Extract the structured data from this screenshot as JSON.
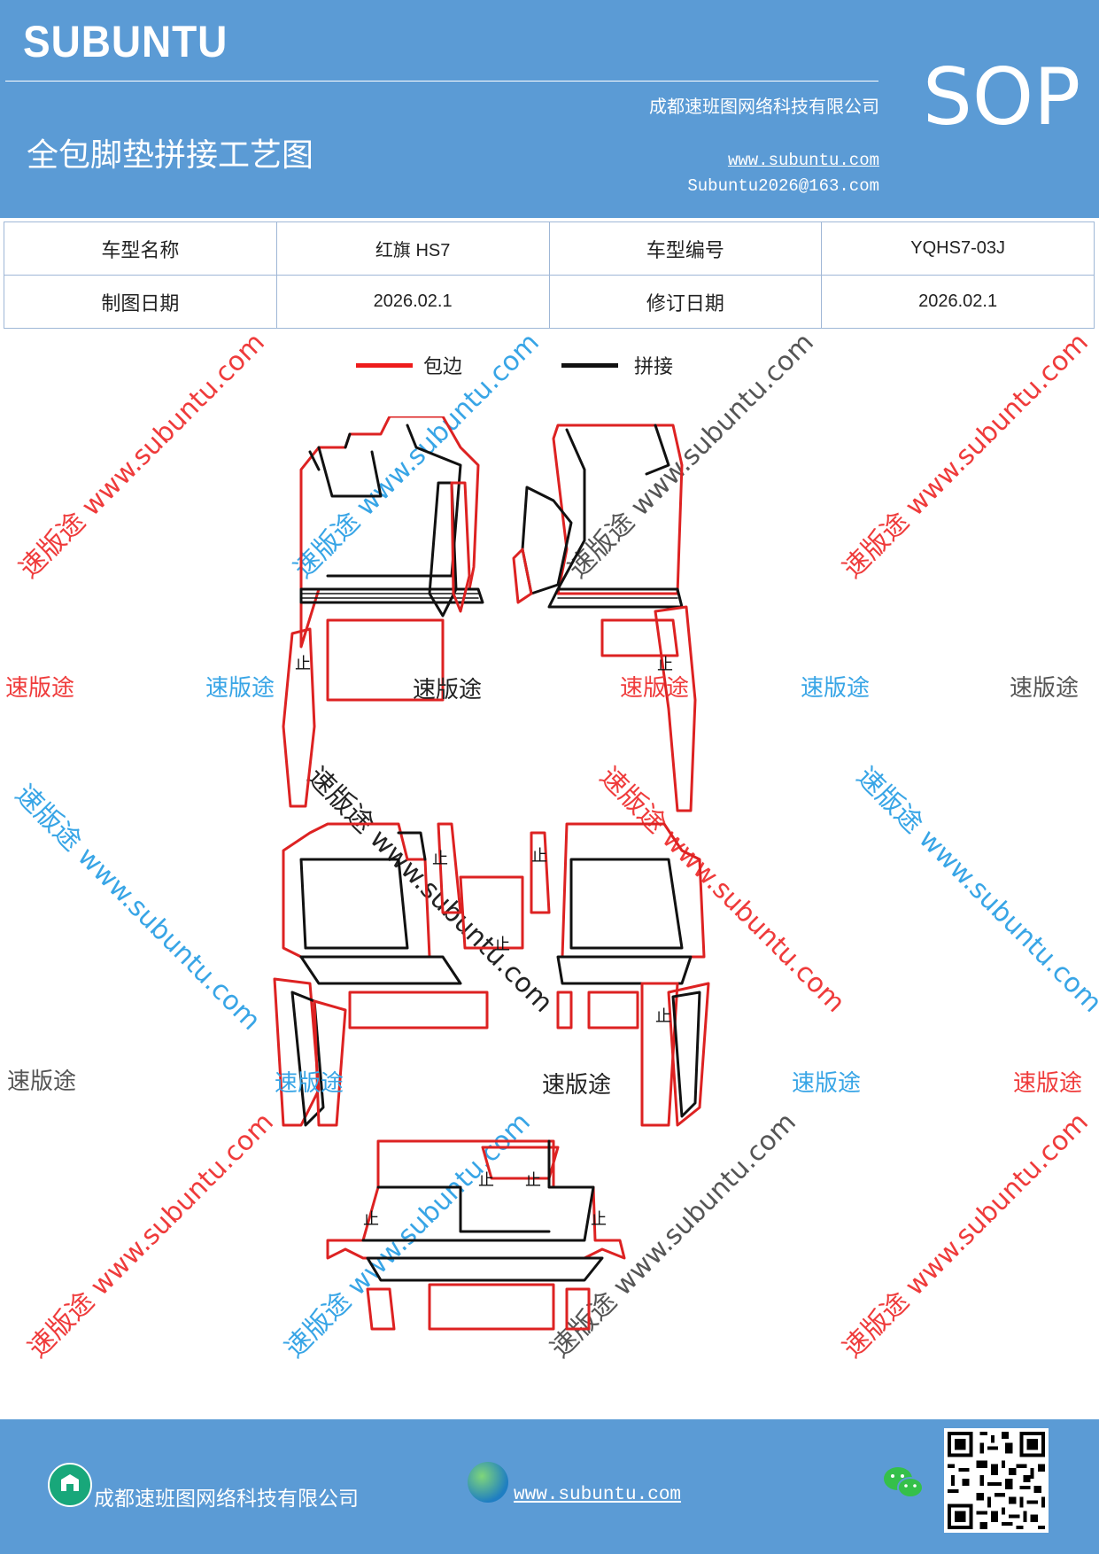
{
  "header": {
    "brand": "SUBUNTU",
    "company": "成都速班图网络科技有限公司",
    "title": "全包脚垫拼接工艺图",
    "website": "www.subuntu.com",
    "email": "Subuntu2026@163.com",
    "doc_type": "SOP"
  },
  "info_table": {
    "model_name_label": "车型名称",
    "model_name_value": "红旗 HS7",
    "model_code_label": "车型编号",
    "model_code_value": "YQHS7-03J",
    "draw_date_label": "制图日期",
    "draw_date_value": "2026.02.1",
    "revise_date_label": "修订日期",
    "revise_date_value": "2026.02.1"
  },
  "legend": {
    "edge_label": "包边",
    "edge_color": "#ee1c1c",
    "join_label": "拼接",
    "join_color": "#111111"
  },
  "watermarks": {
    "brand_cn": "速版途",
    "diagonal_text": "速版途 www.subuntu.com"
  },
  "drawing": {
    "stop_mark": "止"
  },
  "footer": {
    "company": "成都速班图网络科技有限公司",
    "website": "www.subuntu.com",
    "company_icon": "building-icon",
    "globe_icon": "globe-icon",
    "wechat_icon": "wechat-icon"
  }
}
